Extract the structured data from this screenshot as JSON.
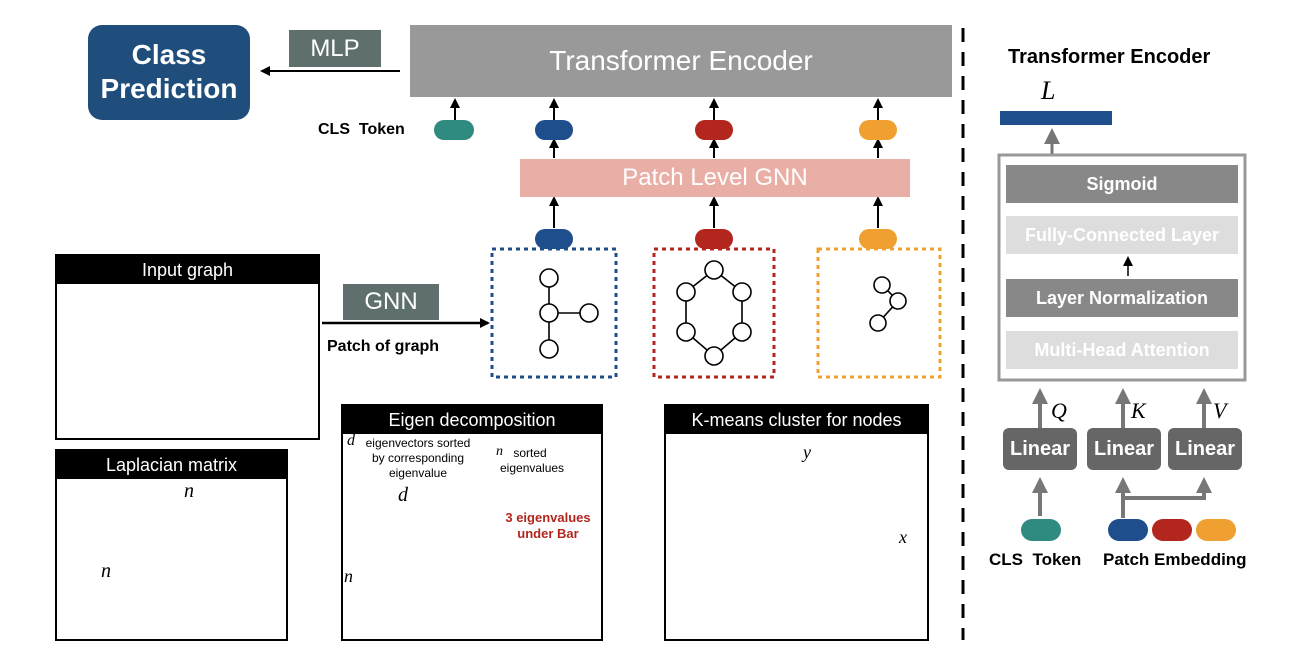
{
  "top": {
    "class_prediction": [
      "Class",
      "Prediction"
    ],
    "mlp": "MLP",
    "transformer_encoder": "Transformer Encoder",
    "cls_token": "CLS  Token",
    "patch_level_gnn": "Patch Level GNN"
  },
  "input_graph": {
    "title": "Input graph"
  },
  "gnn": {
    "label": "GNN",
    "caption": "Patch of graph"
  },
  "laplacian": {
    "title": "Laplacian matrix",
    "n_top": "n",
    "n_side": "n"
  },
  "eigen": {
    "title": "Eigen decomposition",
    "d_symbol": "d",
    "eigvec_text": [
      "eigenvectors sorted",
      "by corresponding",
      "eigenvalue"
    ],
    "n_symbol": "n",
    "eigval_text": [
      "sorted",
      "eigenvalues"
    ],
    "d_arrow": "d",
    "n_side": "n",
    "bar_note": [
      "3 eigenvalues",
      "under Bar"
    ],
    "stripe_colors": [
      "#f4a6a0",
      "#8fe3dc",
      "#7ec8f0",
      "#f7a8c8",
      "#f7d46b",
      "#1f4e8c"
    ]
  },
  "kmeans": {
    "title": "K-means cluster for nodes",
    "x": "x",
    "y": "y"
  },
  "right": {
    "title": "Transformer Encoder",
    "L": "L",
    "sigmoid": "Sigmoid",
    "fc": "Fully-Connected Layer",
    "layer_norm": "Layer Normalization",
    "mha": "Multi-Head Attention",
    "linear": [
      "Linear",
      "Linear",
      "Linear"
    ],
    "q": "Q",
    "k": "K",
    "v": "V",
    "cls_token": "CLS  Token",
    "patch_embedding": "Patch Embedding"
  },
  "colors": {
    "navy": "#1f4e8c",
    "red": "#b3261e",
    "orange": "#f0a030",
    "teal": "#2f8a80",
    "gray_box": "#999999",
    "salmon": "#e9aea5",
    "mlp_bg": "#5f6f6e",
    "class_bg": "#1f4e7c"
  }
}
